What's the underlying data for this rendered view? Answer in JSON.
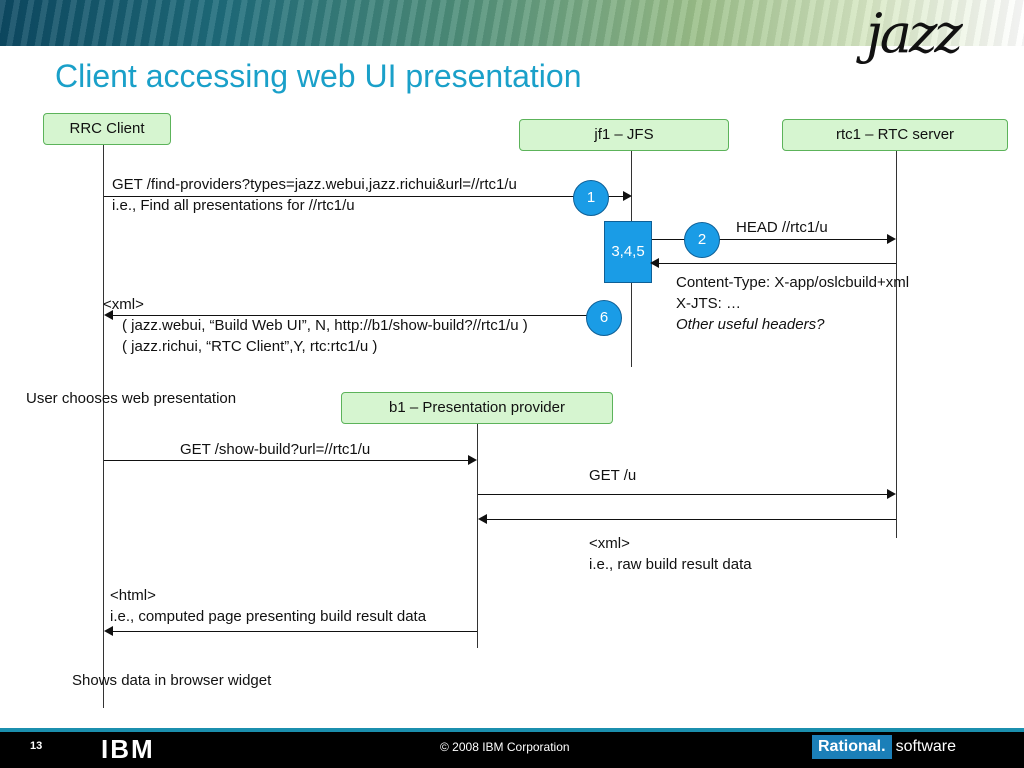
{
  "header": {
    "logo": "jazz",
    "title": "Client accessing web UI presentation"
  },
  "participants": {
    "rrc_client": "RRC Client",
    "jf1": "jf1 – JFS",
    "rtc1": "rtc1 – RTC server",
    "b1": "b1 – Presentation provider"
  },
  "steps": {
    "s1": "1",
    "s2": "2",
    "s345": "3,4,5",
    "s6": "6"
  },
  "messages": {
    "get_find_providers": "GET /find-providers?types=jazz.webui,jazz.richui&url=//rtc1/u",
    "find_all_presentations": "i.e., Find all presentations for //rtc1/u",
    "head_rtc1": "HEAD //rtc1/u",
    "content_type": "Content-Type: X-app/oslcbuild+xml",
    "x_jts": "X-JTS: …",
    "other_headers": "Other useful headers?",
    "xml_response": "<xml>",
    "webui_entry": "( jazz.webui, “Build Web UI”, N, http://b1/show-build?//rtc1/u )",
    "richui_entry": "( jazz.richui, “RTC Client”,Y, rtc:rtc1/u )",
    "user_chooses": "User chooses web presentation",
    "get_show_build": "GET /show-build?url=//rtc1/u",
    "get_u": "GET /u",
    "xml_raw": "<xml>",
    "raw_build_data": "i.e., raw build result data",
    "html_response": "<html>",
    "computed_page": "i.e., computed page presenting build result data",
    "shows_data": "Shows data in browser widget"
  },
  "footer": {
    "page_number": "13",
    "ibm_logo": "IBM",
    "copyright": "© 2008 IBM Corporation",
    "brand": "Rational.",
    "brand_suffix": "software"
  }
}
